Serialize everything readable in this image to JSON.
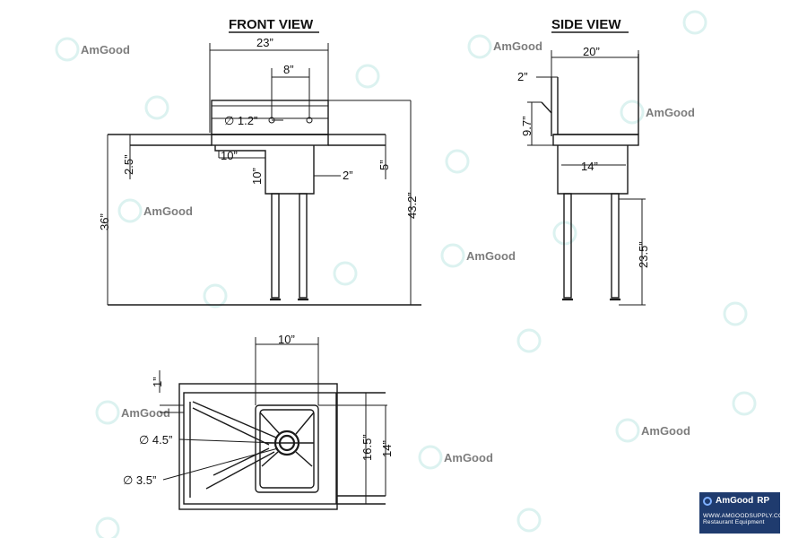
{
  "views": {
    "front_title": "FRONT VIEW",
    "side_title": "SIDE VIEW"
  },
  "front": {
    "overall_width": "23”",
    "faucet_spacing": "8”",
    "faucet_hole": "∅ 1.2”",
    "bowl_width": "10”",
    "bowl_depth": "10”",
    "drainboard_drop": "2”",
    "splash_height": "5”",
    "rim_height_drop": "2.5”",
    "work_height": "36”",
    "overall_height": "43.2”"
  },
  "side": {
    "overall_depth": "20”",
    "splash_depth": "2”",
    "splash_height": "9.7”",
    "bowl_depth": "14”",
    "leg_height": "23.5”"
  },
  "top": {
    "bowl_width": "10”",
    "rim": "1”",
    "drain_outer": "∅ 4.5”",
    "drain_inner": "∅ 3.5”",
    "overall_depth": "16.5”",
    "bowl_front_back": "14”"
  },
  "brand": {
    "name": "AmGood",
    "tag": "RP",
    "url": "WWW.AMGOODSUPPLY.COM",
    "line": "Restaurant Equipment",
    "watermark": "AmGood"
  }
}
